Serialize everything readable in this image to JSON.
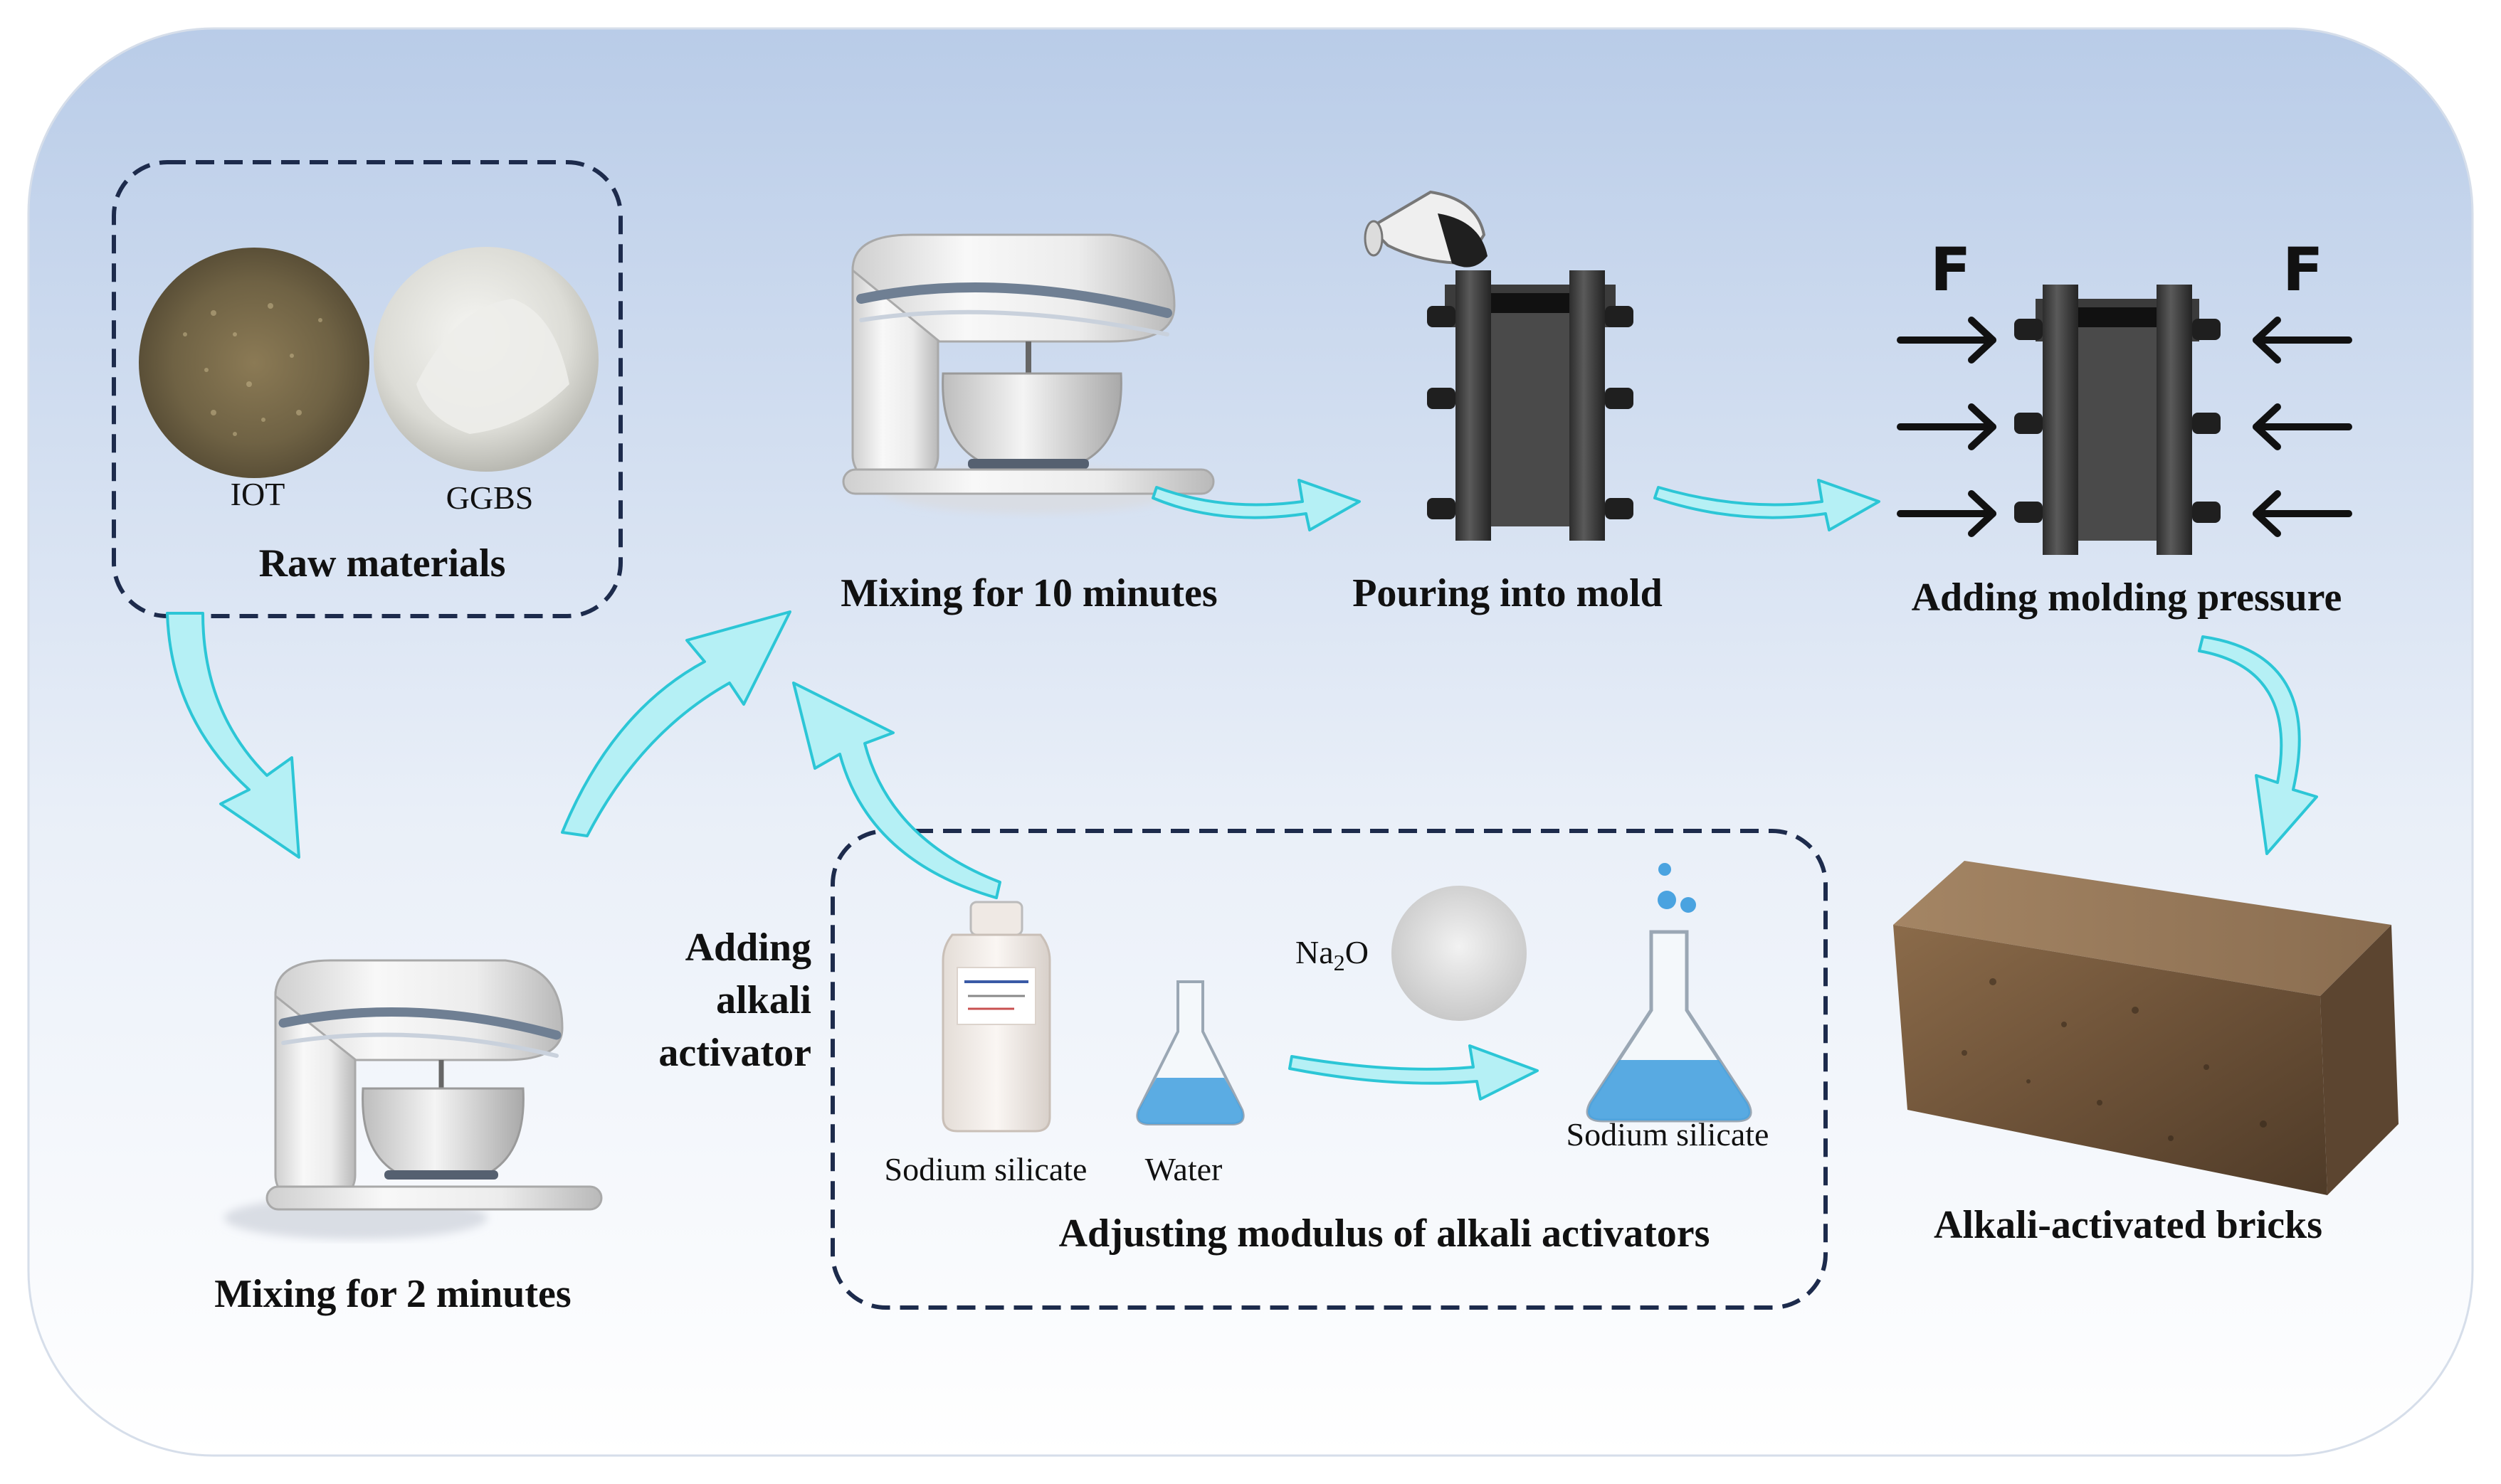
{
  "raw_materials": {
    "title": "Raw materials",
    "items": [
      "IOT",
      "GGBS"
    ]
  },
  "steps": {
    "mix_10": "Mixing for 10 minutes",
    "pour": "Pouring into mold",
    "pressure": "Adding molding pressure",
    "mix_2": "Mixing for 2 minutes",
    "bricks": "Alkali-activated bricks"
  },
  "activator": {
    "label_line1": "Adding",
    "label_line2": "alkali",
    "label_line3": "activator",
    "box_title": "Adjusting modulus of alkali activators",
    "sodium_silicate": "Sodium silicate",
    "water": "Water",
    "na2o_main": "Na",
    "na2o_sub": "2",
    "na2o_tail": "O",
    "product": "Sodium silicate"
  },
  "force_symbol": "F",
  "colors": {
    "arrow_fill": "#b5f0f5",
    "arrow_stroke": "#2cc6d6",
    "frame_dash": "#1d2b4c",
    "background_top": "#b9cce8",
    "background_bottom": "#ffffff",
    "liquid_blue": "#4aa3e0"
  }
}
